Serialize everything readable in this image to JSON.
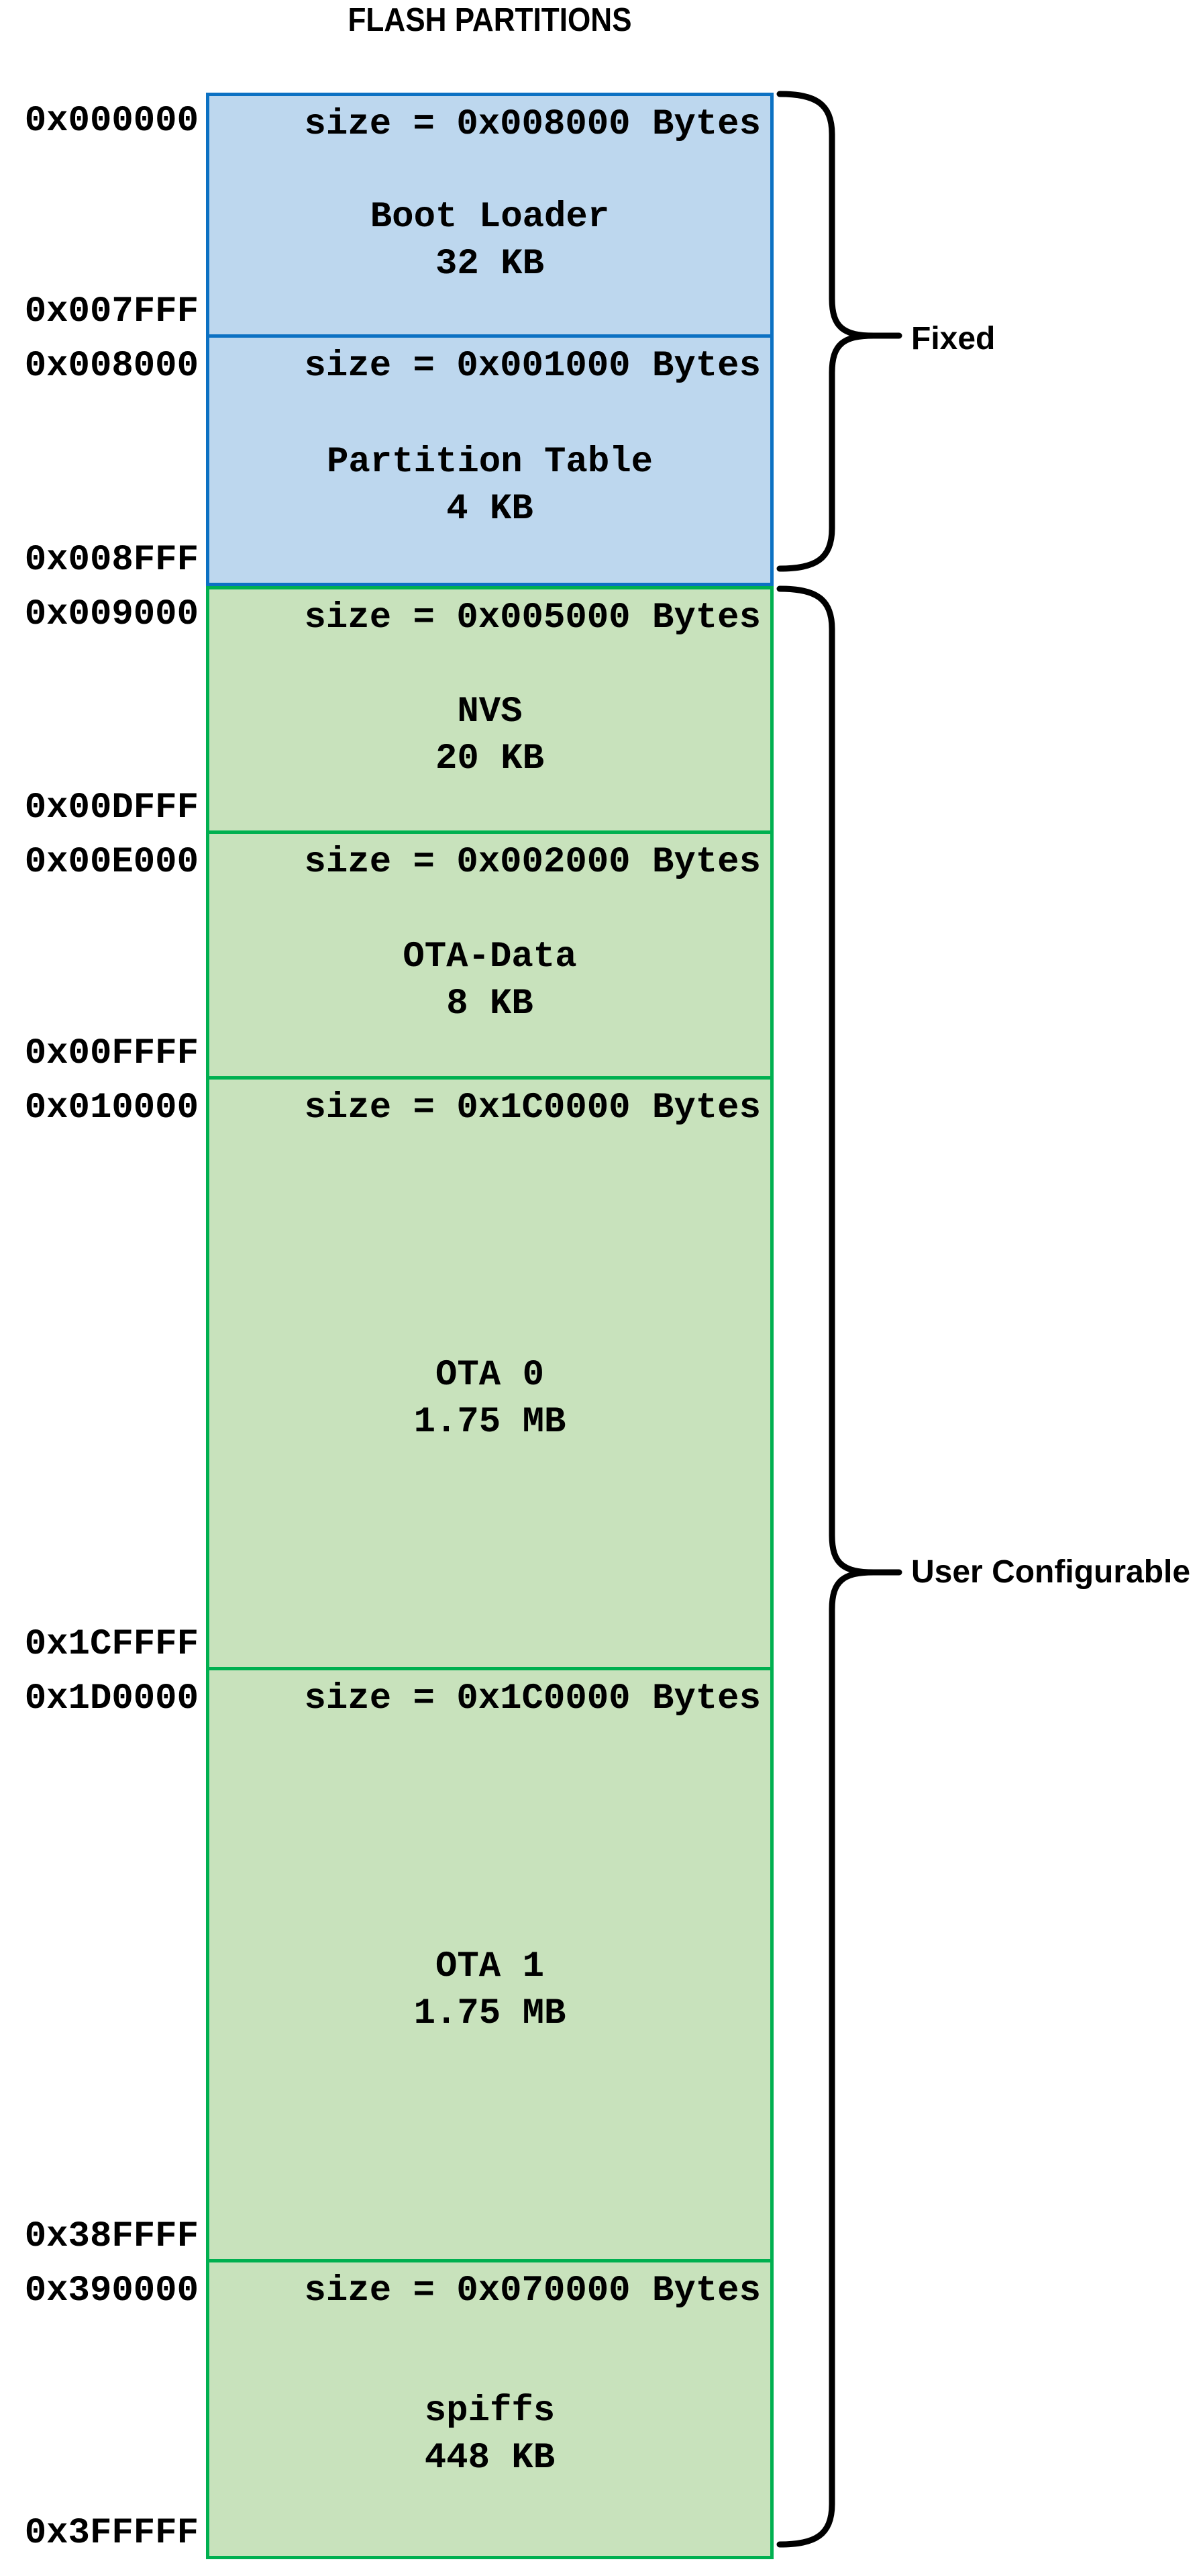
{
  "title": "FLASH PARTITIONS",
  "colors": {
    "blue_fill": "#BDD7EE",
    "blue_border": "#0C71C3",
    "green_fill": "#C8E2BC",
    "green_border": "#00B050",
    "text": "#000000",
    "brace": "#000000"
  },
  "partitions": [
    {
      "name": "Boot Loader",
      "size_label": "size = 0x008000 Bytes",
      "size_human": "32 KB",
      "start": "0x000000",
      "end": "0x007FFF",
      "group": "Fixed",
      "color": "blue"
    },
    {
      "name": "Partition Table",
      "size_label": "size = 0x001000 Bytes",
      "size_human": "4 KB",
      "start": "0x008000",
      "end": "0x008FFF",
      "group": "Fixed",
      "color": "blue"
    },
    {
      "name": "NVS",
      "size_label": "size = 0x005000 Bytes",
      "size_human": "20 KB",
      "start": "0x009000",
      "end": "0x00DFFF",
      "group": "User Configurable",
      "color": "green"
    },
    {
      "name": "OTA-Data",
      "size_label": "size = 0x002000 Bytes",
      "size_human": "8 KB",
      "start": "0x00E000",
      "end": "0x00FFFF",
      "group": "User Configurable",
      "color": "green"
    },
    {
      "name": "OTA 0",
      "size_label": "size = 0x1C0000 Bytes",
      "size_human": "1.75 MB",
      "start": "0x010000",
      "end": "0x1CFFFF",
      "group": "User Configurable",
      "color": "green"
    },
    {
      "name": "OTA 1",
      "size_label": "size = 0x1C0000 Bytes",
      "size_human": "1.75 MB",
      "start": "0x1D0000",
      "end": "0x38FFFF",
      "group": "User Configurable",
      "color": "green"
    },
    {
      "name": "spiffs",
      "size_label": "size = 0x070000 Bytes",
      "size_human": "448 KB",
      "start": "0x390000",
      "end": "0x3FFFFF",
      "group": "User Configurable",
      "color": "green"
    }
  ],
  "braces": [
    {
      "label": "Fixed"
    },
    {
      "label": "User Configurable"
    }
  ]
}
